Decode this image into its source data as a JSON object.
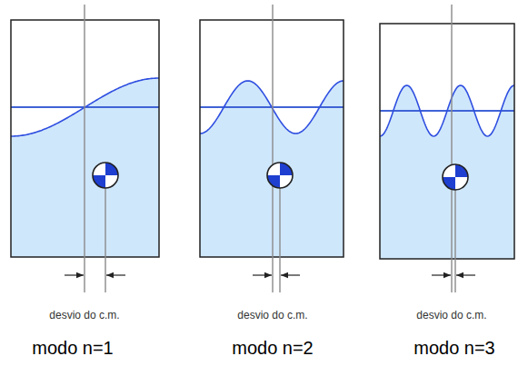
{
  "diagram": {
    "labels": [
      "desvio do c.m.",
      "desvio do c.m.",
      "desvio do c.m.",
      "modo n=1",
      "modo n=2",
      "modo n=3"
    ]
  }
}
